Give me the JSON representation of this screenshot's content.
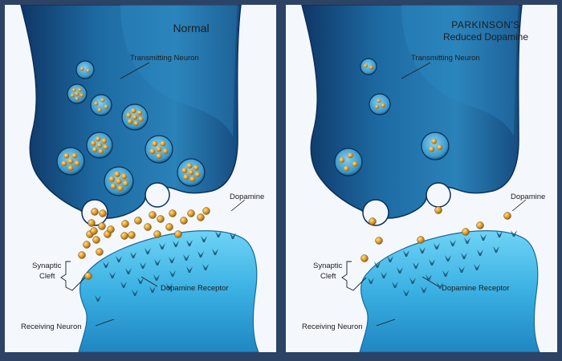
{
  "colors": {
    "frame": "#2c4366",
    "panel_bg": "#f4f8fd",
    "neuron_dark": "#123d6e",
    "neuron_mid": "#1f6ea5",
    "receiver_light": "#5cc8f0",
    "receiver_mid": "#2a97cf",
    "dopamine": "#d99a2b",
    "receptor": "#1e5f80"
  },
  "panels": [
    {
      "id": "normal",
      "title": "Normal",
      "subtitle": "",
      "labels": {
        "transmitting_neuron": "Transmitting Neuron",
        "dopamine": "Dopamine",
        "synaptic_cleft": [
          "Synaptic",
          "Cleft"
        ],
        "dopamine_receptor": "Dopamine Receptor",
        "receiving_neuron": "Receiving Neuron"
      },
      "vesicle_count": 9,
      "released_dopamine_level": "high"
    },
    {
      "id": "parkinsons",
      "title": "PARKINSON'S",
      "subtitle": "Reduced Dopamine",
      "labels": {
        "transmitting_neuron": "Transmitting Neuron",
        "dopamine": "Dopamine",
        "synaptic_cleft": [
          "Synaptic",
          "Cleft"
        ],
        "dopamine_receptor": "Dopamine Receptor",
        "receiving_neuron": "Receiving Neuron"
      },
      "vesicle_count": 4,
      "released_dopamine_level": "low"
    }
  ]
}
